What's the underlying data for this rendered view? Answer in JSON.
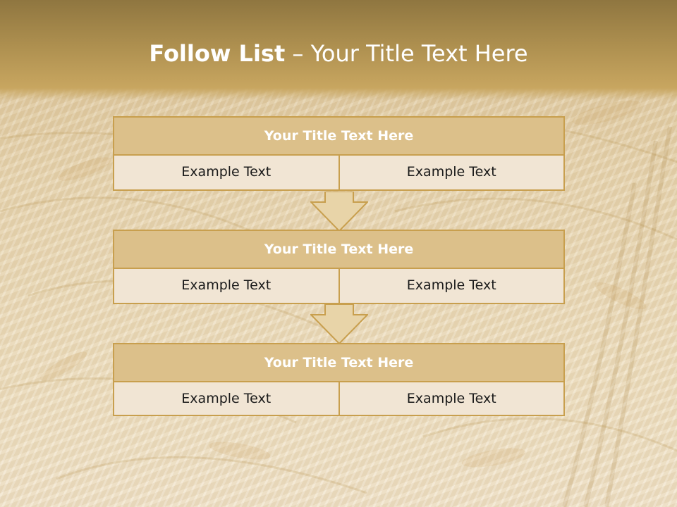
{
  "slide": {
    "title_bold": "Follow List",
    "title_rest": " – Your Title Text Here"
  },
  "steps": [
    {
      "title": "Your Title Text Here",
      "left": "Example Text",
      "right": "Example Text"
    },
    {
      "title": "Your Title Text Here",
      "left": "Example Text",
      "right": "Example Text"
    },
    {
      "title": "Your Title Text Here",
      "left": "Example Text",
      "right": "Example Text"
    }
  ],
  "colors": {
    "header_band": "#b0914f",
    "box_border": "#c89f4e",
    "box_header_fill": "#dcc08a",
    "box_cell_fill": "#f1e5d4",
    "arrow_fill": "#e8d4a8"
  },
  "icons": {
    "flow_arrow": "down-arrow-icon"
  }
}
